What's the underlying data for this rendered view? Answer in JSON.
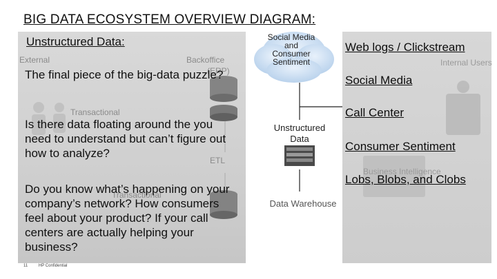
{
  "title": "BIG DATA ECOSYSTEM OVERVIEW DIAGRAM:",
  "left": {
    "heading": "Unstructured Data:",
    "ghost_external": "External",
    "ghost_backoffice": "Backoffice",
    "ghost_erp": "(ERP)",
    "ghost_transactional_1": "Transactional",
    "ghost_transactional_2": "Transactional",
    "ghost_etl": "ETL",
    "paragraph_1": "The final piece of the big-data puzzle?",
    "paragraph_2": "Is there data floating around the you need to understand but can’t figure out how to analyze?",
    "paragraph_3": "Do you know what’s happening on your company’s network? How consumers feel about your product? If your call centers are actually helping your business?"
  },
  "middle": {
    "cloud_label": "Social Media and Consumer Sentiment",
    "unstructured_label": "Unstructured Data",
    "warehouse_label": "Data Warehouse"
  },
  "right": {
    "items": [
      "Web logs / Clickstream",
      "Social Media",
      "Call Center",
      "Consumer Sentiment",
      "Lobs, Blobs, and Clobs"
    ],
    "ghost_internal": "Internal Users",
    "ghost_business": "Business Intelligence"
  },
  "footer": {
    "page_number": "11",
    "confidential": "HP Confidential"
  },
  "colors": {
    "panel_gray": "#d2d2d2",
    "text_dark": "#111111",
    "ghost_text": "#8a8a8a"
  }
}
